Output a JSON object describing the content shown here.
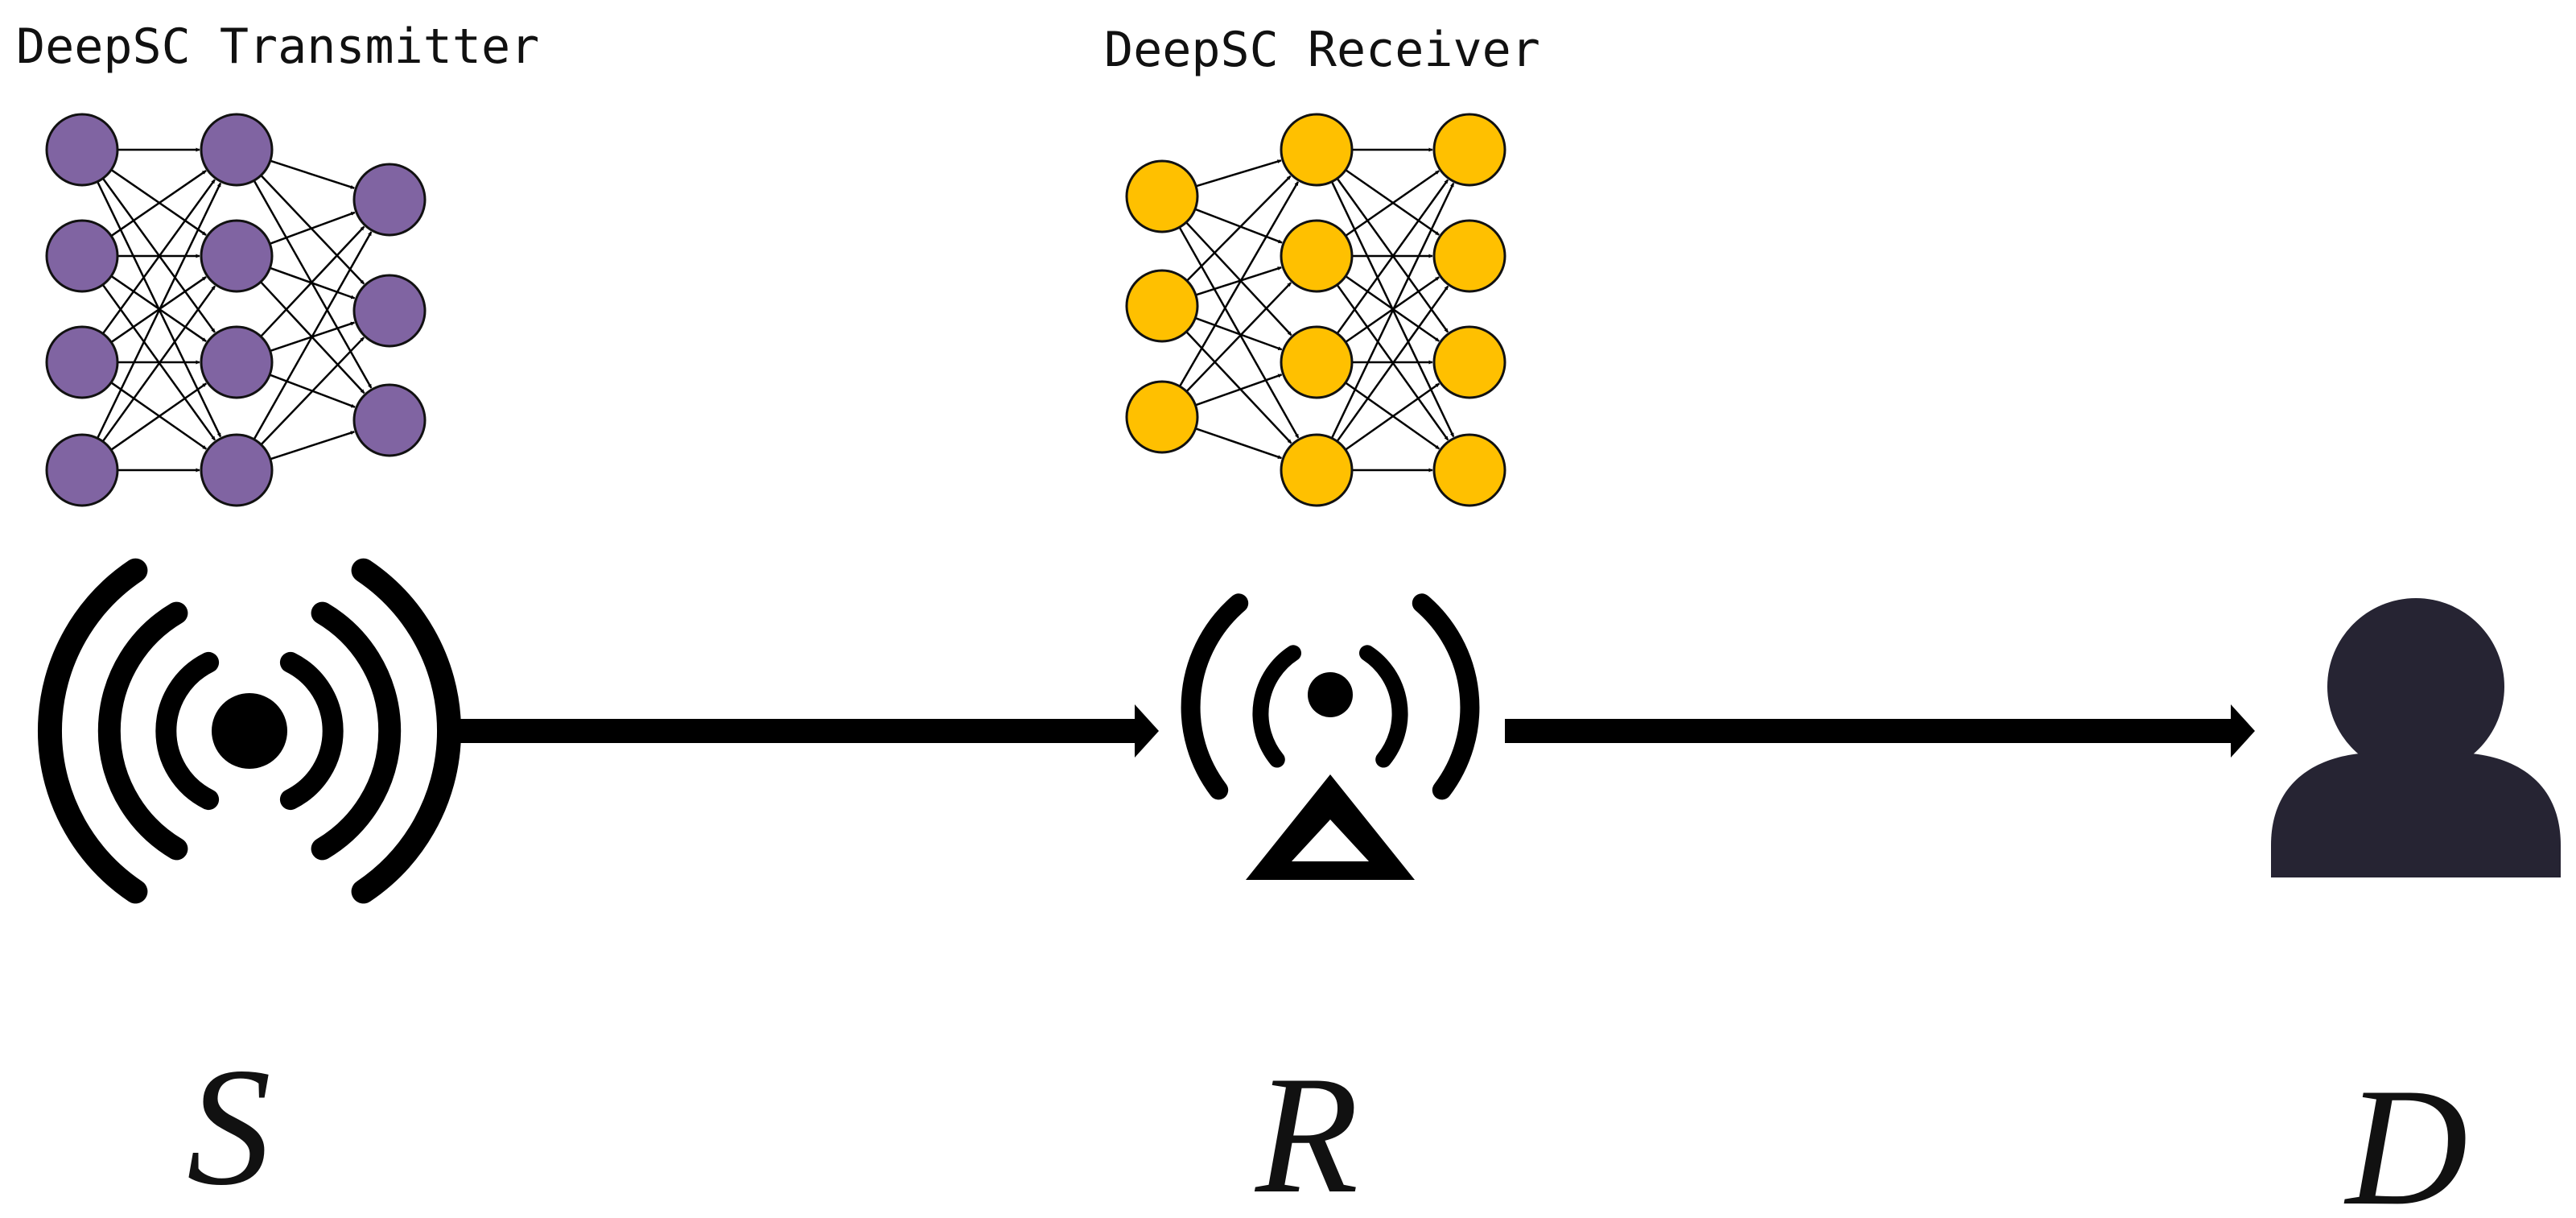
{
  "transmitter": {
    "title": "DeepSC Transmitter",
    "node_color": "#8064a2",
    "layers": [
      4,
      4,
      3
    ]
  },
  "receiver": {
    "title": "DeepSC Receiver",
    "node_color": "#ffc000",
    "layers": [
      3,
      4,
      4
    ]
  },
  "nodes": {
    "source": {
      "label": "S",
      "icon": "wireless-broadcast-icon"
    },
    "relay": {
      "label": "R",
      "icon": "relay-antenna-icon"
    },
    "destination": {
      "label": "D",
      "icon": "user-icon"
    }
  },
  "colors": {
    "icon": "#000000",
    "user_icon": "#262433",
    "edge": "#000000"
  }
}
